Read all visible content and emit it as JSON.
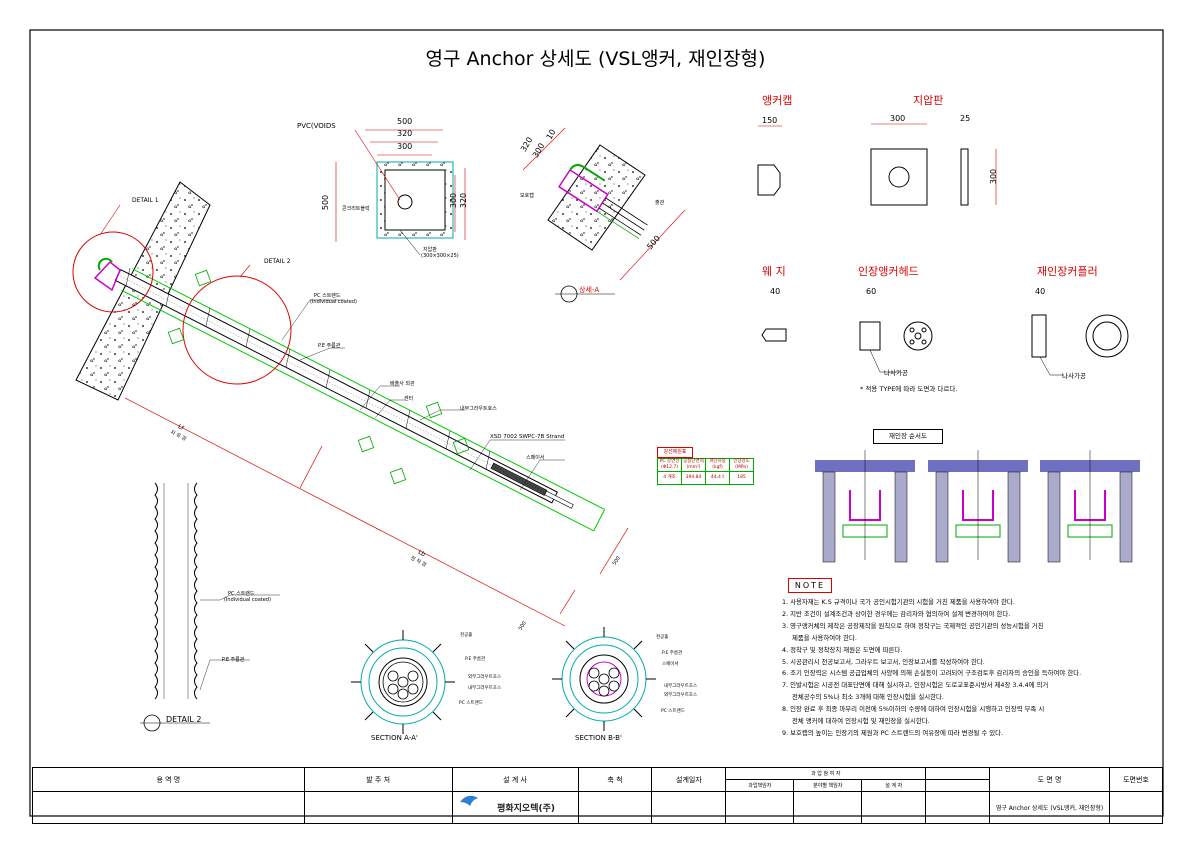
{
  "drawing": {
    "title": "영구 Anchor 상세도 (VSL앵커, 재인장형)"
  },
  "part_titles": {
    "anchor_cap": "앵커캡",
    "bearing_plate": "지압판",
    "wedge": "웨 지",
    "tension_head": "인장앵커헤드",
    "retension_coupler": "재인장커플러"
  },
  "dimensions": {
    "anchor_cap_w": "150",
    "plate_w": "300",
    "plate_t": "25",
    "plate_h": "300",
    "wedge_w": "40",
    "head_w": "60",
    "coupler_w": "40",
    "plan_500": "500",
    "plan_320": "320",
    "plan_300": "300",
    "plan_left_500": "500",
    "plan_right_300": "300",
    "plan_right_320": "320",
    "sec_320": "320",
    "sec_300": "300",
    "sec_10": "10",
    "sec_500": "500",
    "lf_500": "500",
    "lb_500": "500"
  },
  "labels": {
    "pvc_voids": "PVC(VOIDS",
    "concrete_block": "콘크리트블럭",
    "bearing_plate_lbl": "지압판",
    "bearing_plate_size": "(300×300×25)",
    "protect_cap": "보호캡",
    "overflow": "출관",
    "detail_a": "상세-A",
    "detail_1": "DETAIL 1",
    "detail_2_top": "DETAIL 2",
    "pc_strand": "PC 스트랜드",
    "individual_coated": "(Individual coated)",
    "pe_sheath": "P.E 주름관",
    "grout_hose_out": "배출사 외관",
    "spacer": "센터",
    "inner_grout_hose": "내부그라우트호스",
    "strand_spec": "XSD 7002 SWPC-7B Strand",
    "shoe": "스페이서",
    "lf": "Lf",
    "lf_sub": "자 유 장",
    "lb": "Lb",
    "lb_sub": "정 착 장",
    "ok_detail": "나사가공",
    "ok_detail2": "나사가공",
    "type_note": "* 적용 TYPE에 따라 도면과 다르다.",
    "pc_strand_left": "PC 스트랜드",
    "individual_coated_left": "(Individual coated)",
    "pe_sheath_left": "P.E 주름관",
    "detail_2": "DETAIL 2",
    "sec_aa": "SECTION A-A'",
    "sec_bb": "SECTION B-B'",
    "aa_1": "천공홀",
    "aa_2": "P.E 주름관",
    "aa_3": "외부그라우트호스",
    "aa_4": "내부그라우트호스",
    "aa_5": "PC 스트랜드",
    "bb_1": "천공홀",
    "bb_2": "P.E 주름관",
    "bb_3": "스페이서",
    "bb_4": "내부그라우트호스",
    "bb_5": "외부그라우트호스",
    "bb_6": "PC 스트랜드",
    "retension_order": "재인장 순서도",
    "prop_title": "강선제원표"
  },
  "prop_table": {
    "header": [
      "PC 강연선 (Φ12.7)",
      "공칭단면적 (mm²)",
      "파단하중 (kgf)",
      "인장강도 (MPa)"
    ],
    "row": [
      "4 개조",
      "394.84",
      "44,4 t",
      "185"
    ]
  },
  "note": {
    "heading": "NOTE",
    "items": [
      "1. 사용자재는 K.S 규격이나 국가 공인시험기관의 시험을 거친 제품을 사용하여야 한다.",
      "2. 지반 조건이 설계조건과 상이한 경우에는 감리자와 협의하여 설계 변경하여야 한다.",
      "3. 영구앵커체의 제작은 공장제작을 원칙으로 하며 정착구는 국제적인 공인기관의 성능시험을 거친",
      "제품을 사용하여야 한다.",
      "4. 정착구 및 정착장치 재원은 도면에 따른다.",
      "5. 시공관리시 천공보고서, 그라우트 보고서, 인장보고서를 작성하여야 한다.",
      "6. 조기 인장력은 시스템 공급업체의 사양에 의해 손실등이 고려되어 구조검토후 감리자의 승인을 득하여야 한다.",
      "7. 인발시험은 시공전 대표단면에 대해 실시하고, 인장시험은 도로교표준시방서 제4장 3.4.4에 의거",
      "전체공수의 5%나 최소 3개에 대해 인장시험을 실시한다.",
      "8. 인장 완료 후 최종 마무리 이전에 5%이하의 수량에 대하여 인장시험을 시행하고 인장력 부족 시",
      "전체 앵커에 대하여 인장시험 및 재인장을 실시한다.",
      "9. 보호캡의 높이는 인장기의 제원과 PC 스트랜드의 여유장에 따라 변경될 수 있다."
    ]
  },
  "title_block": {
    "service": "용 역 명",
    "client": "발 주 처",
    "designer": "설 계 사",
    "scale": "축 척",
    "design_date": "설계일자",
    "approval": "과 업 참 여 자",
    "approval_1": "과업책임자",
    "approval_2": "분야별 책임자",
    "approval_3": "설 계 자",
    "drawing_name": "도 면 명",
    "drawing_no": "도면번호",
    "company": "평화지오텍(주)",
    "drawing_name_value": "영구 Anchor 상세도 (VSL앵커, 재인장형)"
  }
}
